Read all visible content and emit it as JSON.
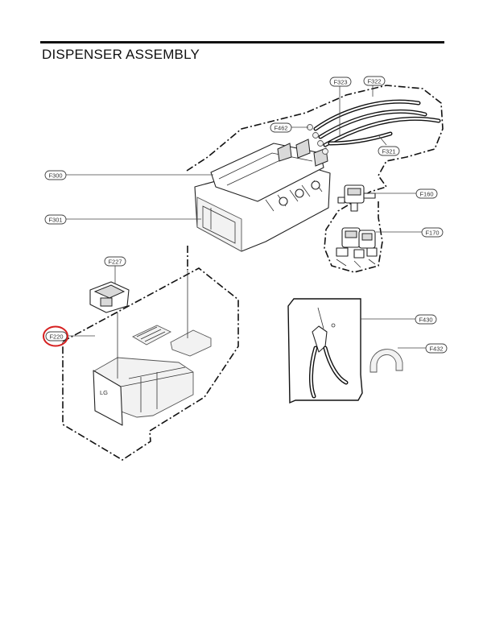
{
  "title": "DISPENSER ASSEMBLY",
  "callouts": {
    "f323": "F323",
    "f322": "F322",
    "f462": "F462",
    "f321": "F321",
    "f300": "F300",
    "f160": "F160",
    "f301": "F301",
    "f170": "F170",
    "f227": "F227",
    "f430": "F430",
    "f220": "F220",
    "f432": "F432"
  },
  "highlight_color": "#d62020"
}
